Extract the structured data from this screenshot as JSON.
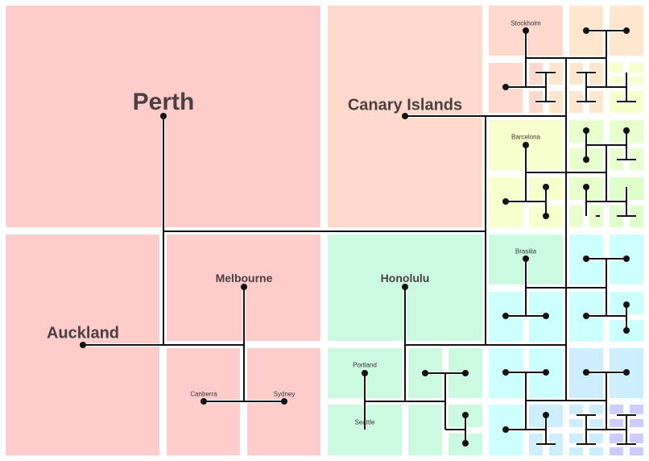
{
  "labels": {
    "perth": "Perth",
    "canary": "Canary Islands",
    "auckland": "Auckland",
    "melbourne": "Melbourne",
    "honolulu": "Honolulu",
    "canberra": "Canberra",
    "sydney": "Sydney",
    "portland": "Portland",
    "seattle": "Seattle",
    "stockholm": "Stockholm",
    "barcelona": "Barcelona",
    "brasilia": "Brasilia"
  },
  "colors": {
    "red": "#ffcccc",
    "salmon": "#ffd9cc",
    "orange": "#ffe6cc",
    "yellow": "#f7ffcc",
    "lime": "#e6ffcc",
    "green": "#ddffcc",
    "mint": "#ccfae0",
    "cyan": "#ccffff",
    "sky": "#cceeff",
    "lavender": "#ccccff",
    "line": "#111111"
  }
}
